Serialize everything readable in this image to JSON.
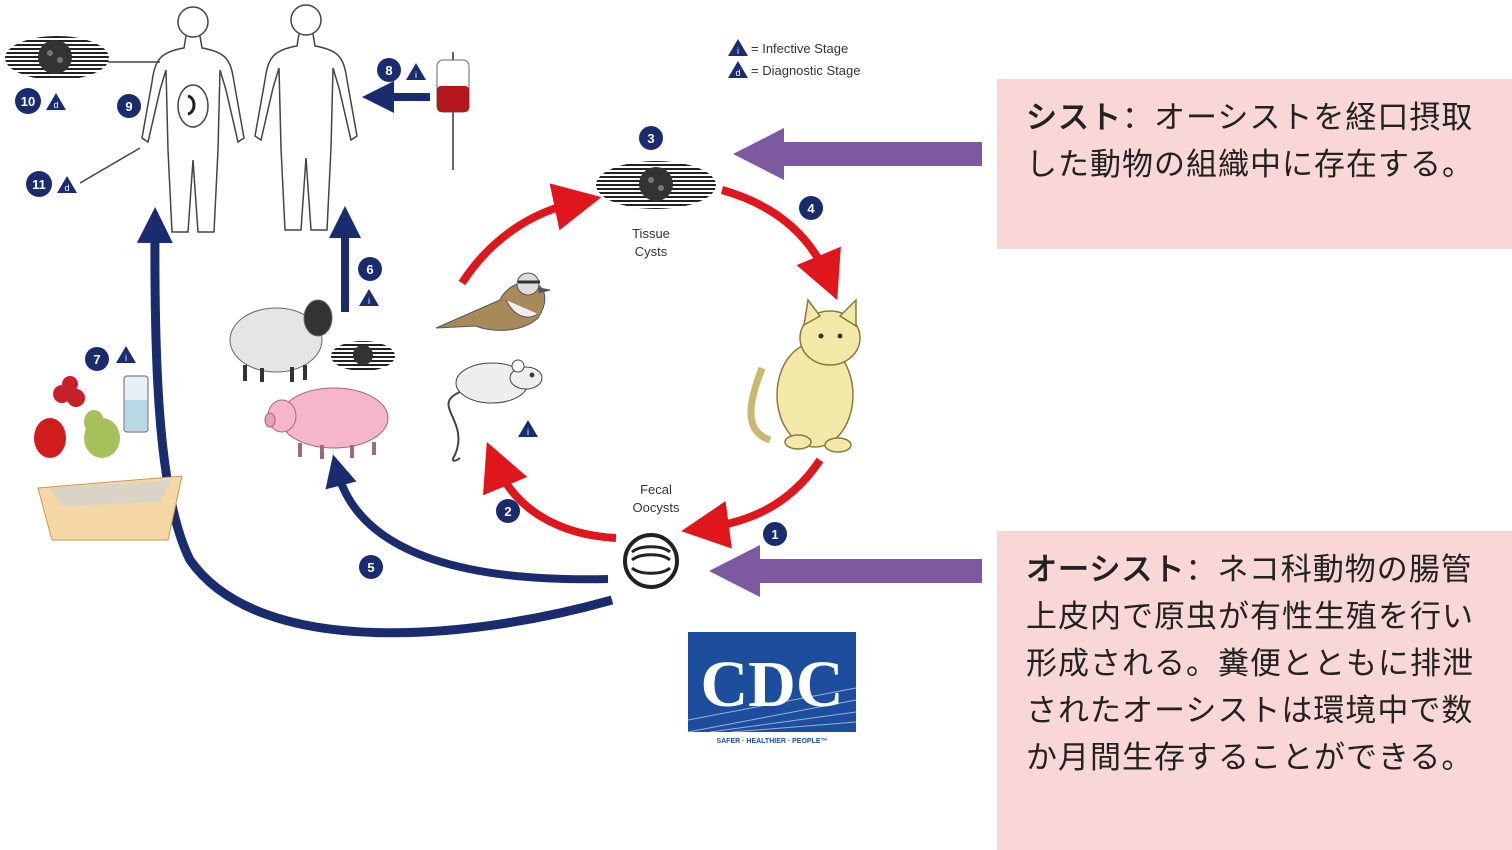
{
  "legend": {
    "infective_marker": "i",
    "infective_text": "= Infective Stage",
    "diagnostic_marker": "d",
    "diagnostic_text": "= Diagnostic Stage"
  },
  "labels": {
    "tissue_cysts_1": "Tissue",
    "tissue_cysts_2": "Cysts",
    "fecal_oocysts_1": "Fecal",
    "fecal_oocysts_2": "Oocysts"
  },
  "steps": [
    "1",
    "2",
    "3",
    "4",
    "5",
    "6",
    "7",
    "8",
    "9",
    "10",
    "11"
  ],
  "logo": {
    "text": "CDC",
    "tagline": "SAFER · HEALTHIER · PEOPLE™"
  },
  "notes": {
    "cyst_title": "シスト",
    "cyst_body": "：オーシストを経口摂取した動物の組織中に存在する。",
    "oocyst_title": "オーシスト",
    "oocyst_body": "：ネコ科動物の腸管上皮内で原虫が有性生殖を行い形成される。糞便とともに排泄されたオーシストは環境中で数か月間生存することができる。"
  },
  "colors": {
    "red_arrow": "#e0161d",
    "blue_arrow": "#1b2c6e",
    "purple_arrow": "#7d5aa0",
    "note_bg": "#f9d7d7",
    "cdc_blue": "#1d4e9e"
  }
}
